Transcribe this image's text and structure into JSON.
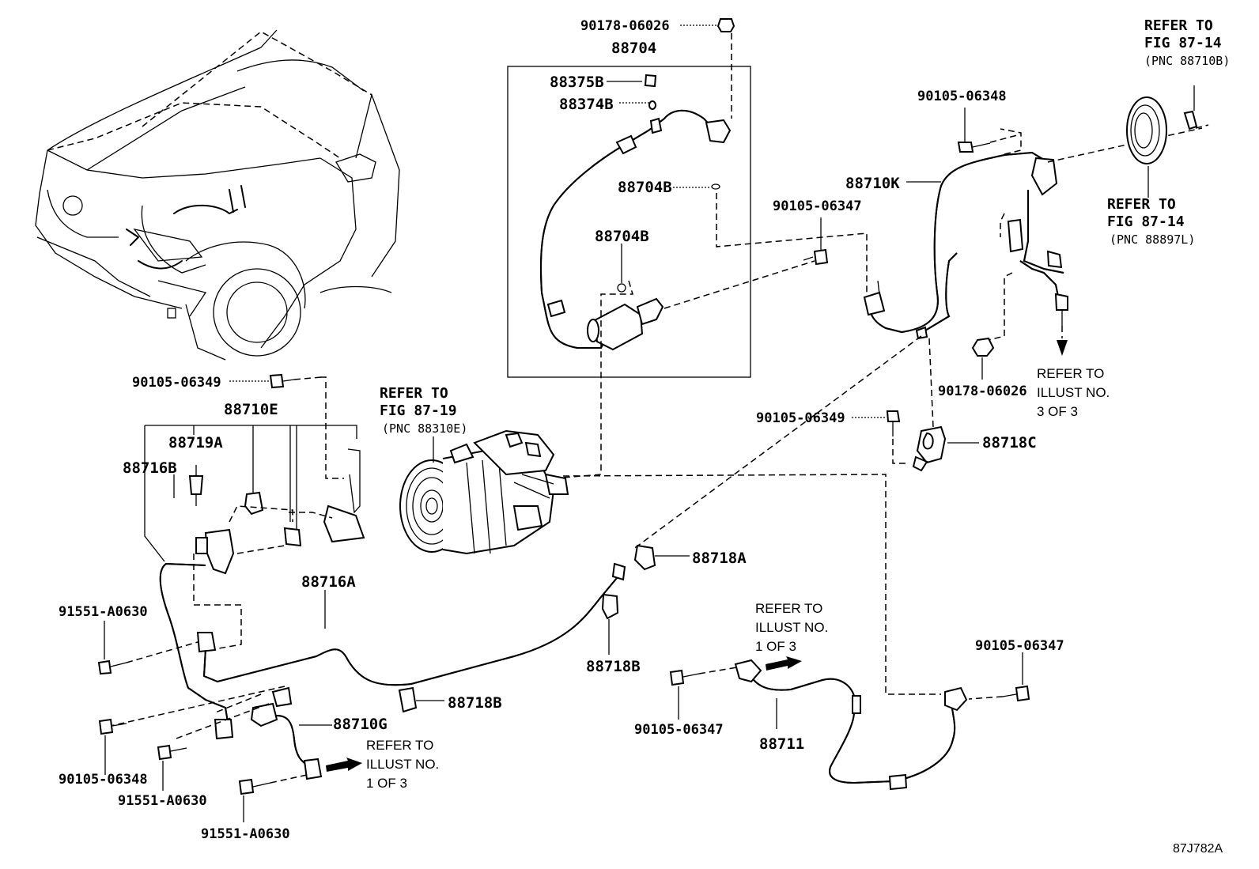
{
  "diagram_code": "87J782A",
  "labels": {
    "p90178_06026_top": "90178-06026",
    "p88704": "88704",
    "p88375B": "88375B",
    "p88374B": "88374B",
    "p88704B_a": "88704B",
    "p88704B_b": "88704B",
    "p90105_06348_top": "90105-06348",
    "p88710K": "88710K",
    "p90105_06347_mid": "90105-06347",
    "p90178_06026_right": "90178-06026",
    "p90105_06349_right": "90105-06349",
    "p88718C": "88718C",
    "p90105_06349_left": "90105-06349",
    "p88710E": "88710E",
    "p88719A": "88719A",
    "p88716B": "88716B",
    "p88718A": "88718A",
    "p88716A": "88716A",
    "p91551_A0630_a": "91551-A0630",
    "p88718B_a": "88718B",
    "p88718B_b": "88718B",
    "p88710G": "88710G",
    "p90105_06348_left": "90105-06348",
    "p91551_A0630_b": "91551-A0630",
    "p91551_A0630_c": "91551-A0630",
    "p90105_06347_low": "90105-06347",
    "p88711": "88711",
    "p90105_06347_right": "90105-06347"
  },
  "references": {
    "fig8714_top": {
      "l1": "REFER TO",
      "l2": "FIG 87-14",
      "l3": "(PNC 88710B)"
    },
    "fig8714_mid": {
      "l1": "REFER TO",
      "l2": "FIG 87-14",
      "l3": "(PNC 88897L)"
    },
    "fig8719": {
      "l1": "REFER TO",
      "l2": "FIG 87-19",
      "l3": "(PNC 88310E)"
    },
    "illust3": {
      "l1": "REFER TO",
      "l2": "ILLUST NO.",
      "l3": "3 OF 3"
    },
    "illust1_mid": {
      "l1": "REFER TO",
      "l2": "ILLUST NO.",
      "l3": "1 OF 3"
    },
    "illust1_low": {
      "l1": "REFER TO",
      "l2": "ILLUST NO.",
      "l3": "1 OF 3"
    }
  }
}
